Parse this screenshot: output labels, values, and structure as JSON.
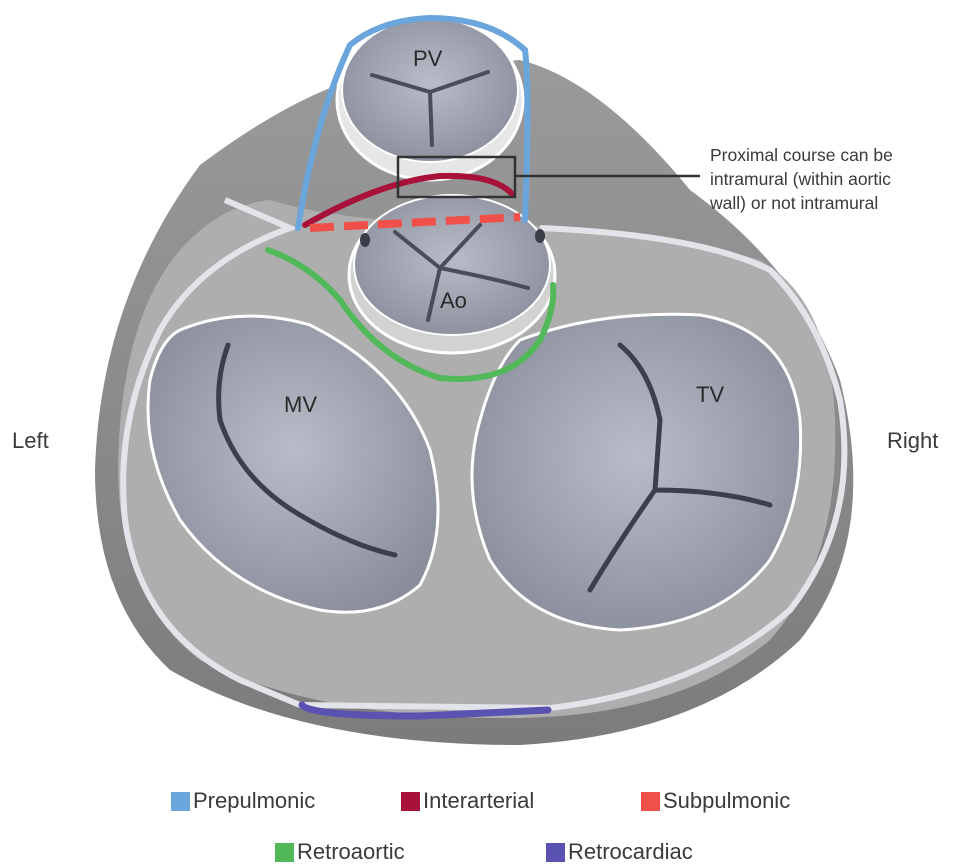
{
  "valves": {
    "pv": "PV",
    "ao": "Ao",
    "mv": "MV",
    "tv": "TV"
  },
  "sides": {
    "left": "Left",
    "right": "Right"
  },
  "annotation": {
    "line1": "Proximal course can be",
    "line2": "intramural (within aortic",
    "line3": "wall) or not intramural"
  },
  "legend": [
    {
      "label": "Prepulmonic",
      "color": "#6aa6dc"
    },
    {
      "label": "Interarterial",
      "color": "#a8123a"
    },
    {
      "label": "Subpulmonic",
      "color": "#f0504a"
    },
    {
      "label": "Retroaortic",
      "color": "#52b95a"
    },
    {
      "label": "Retrocardiac",
      "color": "#5a52b0"
    }
  ]
}
